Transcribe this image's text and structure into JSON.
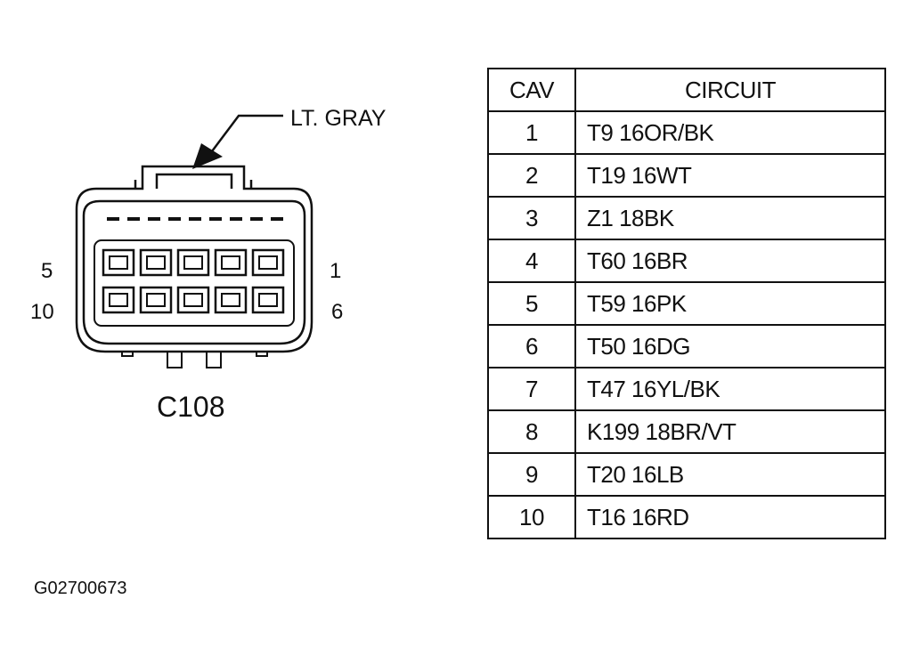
{
  "connector": {
    "name": "C108",
    "color_callout": "LT. GRAY",
    "pin_labels": {
      "top_left": "5",
      "bottom_left": "10",
      "top_right": "1",
      "bottom_right": "6"
    }
  },
  "table": {
    "headers": {
      "cav": "CAV",
      "circuit": "CIRCUIT"
    },
    "rows": [
      {
        "cav": "1",
        "circuit": "T9 16OR/BK"
      },
      {
        "cav": "2",
        "circuit": "T19 16WT"
      },
      {
        "cav": "3",
        "circuit": "Z1 18BK"
      },
      {
        "cav": "4",
        "circuit": "T60 16BR"
      },
      {
        "cav": "5",
        "circuit": "T59 16PK"
      },
      {
        "cav": "6",
        "circuit": "T50 16DG"
      },
      {
        "cav": "7",
        "circuit": "T47 16YL/BK"
      },
      {
        "cav": "8",
        "circuit": "K199 18BR/VT"
      },
      {
        "cav": "9",
        "circuit": "T20 16LB"
      },
      {
        "cav": "10",
        "circuit": "T16 16RD"
      }
    ]
  },
  "figure_id": "G02700673"
}
